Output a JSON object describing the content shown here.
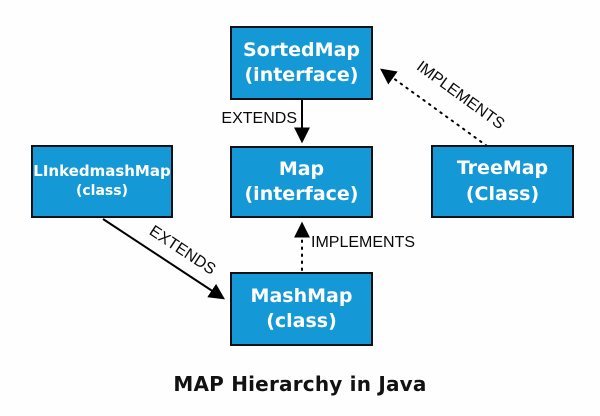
{
  "title": "MAP Hierarchy in Java",
  "colors": {
    "box_fill": "#1598d6",
    "box_border": "#0e1116",
    "box_text": "#ffffff",
    "line_color": "#000000",
    "label_color": "#0a0a0a",
    "title_color": "#121212",
    "background": "#fefefe"
  },
  "nodes": [
    {
      "id": "sortedmap",
      "line1": "SortedMap",
      "line2": "(interface)"
    },
    {
      "id": "linkedmashmap",
      "line1": "LInkedmashMap",
      "line2": "(class)"
    },
    {
      "id": "map",
      "line1": "Map",
      "line2": "(interface)"
    },
    {
      "id": "treemap",
      "line1": "TreeMap",
      "line2": "(Class)"
    },
    {
      "id": "mashmap",
      "line1": "MashMap",
      "line2": "(class)"
    }
  ],
  "edges": [
    {
      "label": "EXTENDS",
      "from": "SortedMap (interface)",
      "to": "Map (interface)",
      "style": "solid"
    },
    {
      "label": "IMPLEMENTS",
      "from": "MashMap (class)",
      "to": "Map (interface)",
      "style": "dotted"
    },
    {
      "label": "EXTENDS",
      "from": "LInkedmashMap (class)",
      "to": "MashMap (class)",
      "style": "solid"
    },
    {
      "label": "IMPLEMENTS",
      "from": "TreeMap (Class)",
      "to": "SortedMap (interface)",
      "style": "dotted"
    }
  ]
}
